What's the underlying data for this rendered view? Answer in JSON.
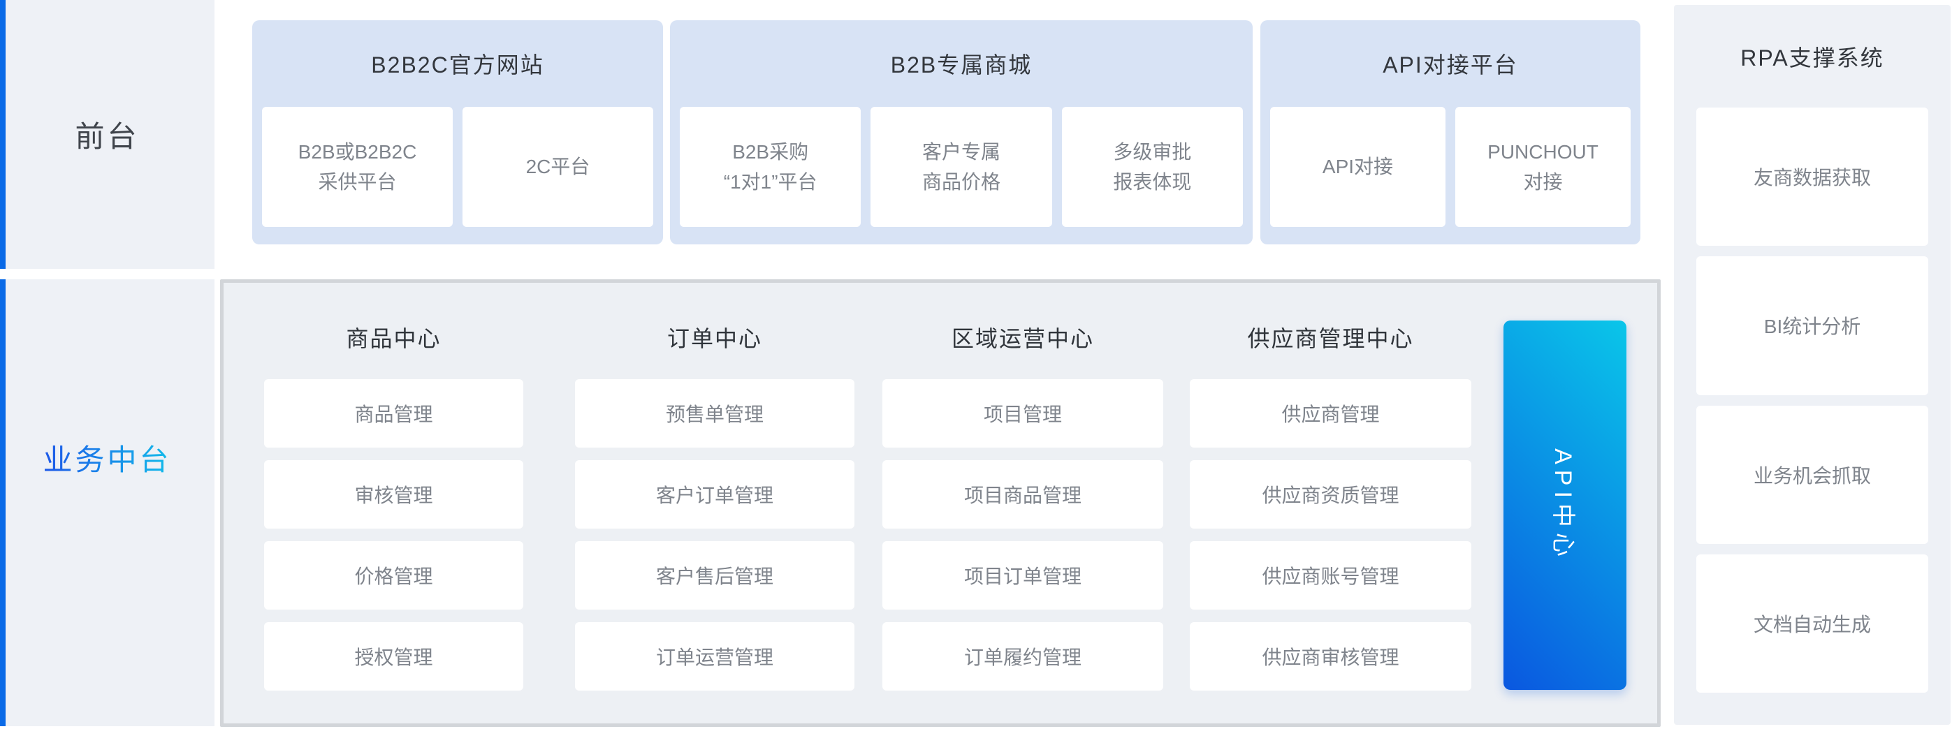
{
  "layers": {
    "front_label": "前台",
    "middle_label": "业务中台"
  },
  "front_platforms": [
    {
      "title": "B2B2C官方网站",
      "cards": [
        "B2B或B2B2C\n采供平台",
        "2C平台"
      ]
    },
    {
      "title": "B2B专属商城",
      "cards": [
        "B2B采购\n“1对1”平台",
        "客户专属\n商品价格",
        "多级审批\n报表体现"
      ]
    },
    {
      "title": "API对接平台",
      "cards": [
        "API对接",
        "PUNCHOUT\n对接"
      ]
    }
  ],
  "business_centers": [
    {
      "title": "商品中心",
      "items": [
        "商品管理",
        "审核管理",
        "价格管理",
        "授权管理"
      ]
    },
    {
      "title": "订单中心",
      "items": [
        "预售单管理",
        "客户订单管理",
        "客户售后管理",
        "订单运营管理"
      ]
    },
    {
      "title": "区域运营中心",
      "items": [
        "项目管理",
        "项目商品管理",
        "项目订单管理",
        "订单履约管理"
      ]
    },
    {
      "title": "供应商管理中心",
      "items": [
        "供应商管理",
        "供应商资质管理",
        "供应商账号管理",
        "供应商审核管理"
      ]
    }
  ],
  "api_center": {
    "label": "API中心"
  },
  "rpa_system": {
    "title": "RPA支撑系统",
    "items": [
      "友商数据获取",
      "BI统计分析",
      "业务机会抓取",
      "文档自动生成"
    ]
  },
  "colors": {
    "accent_blue": "#0a6ae7",
    "panel_blue": "#d8e3f5",
    "api_gradient_start": "#0a57e0",
    "api_gradient_end": "#0ac6e9",
    "label_gradient_start": "#1d5ce8",
    "label_gradient_end": "#12b7ea",
    "block_bg": "#eef1f6",
    "container_bg": "#edf0f4",
    "container_border": "#d2d5d9",
    "title_text": "#33373d",
    "card_text": "#7f848c"
  }
}
